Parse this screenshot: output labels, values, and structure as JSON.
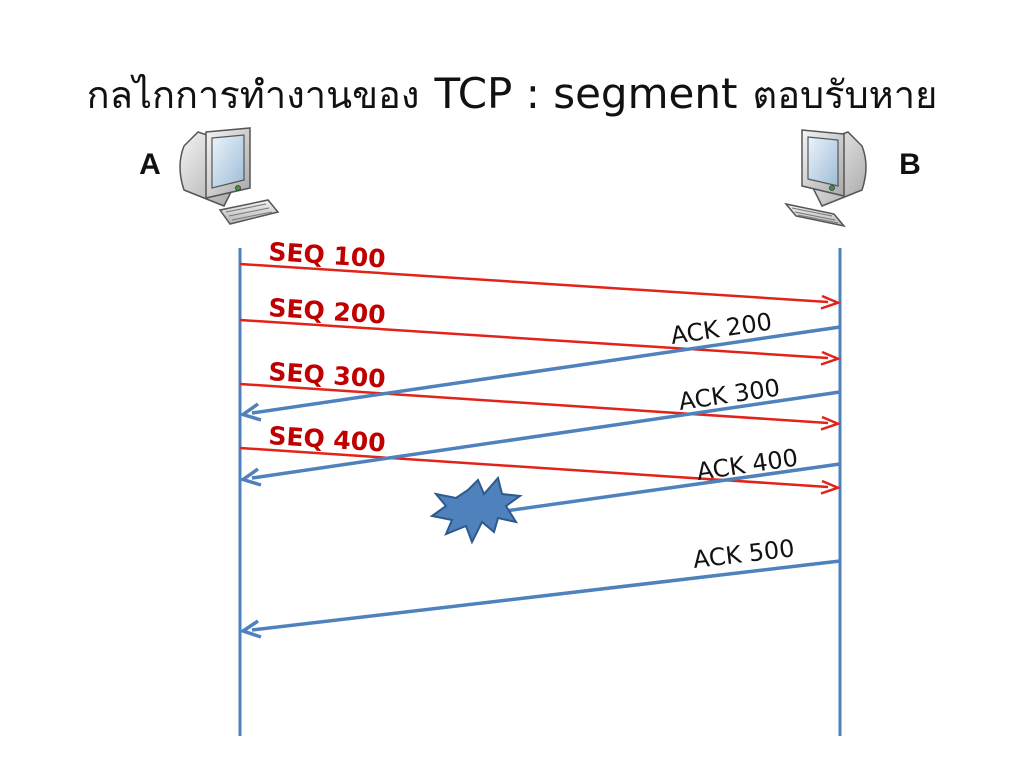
{
  "title": {
    "part1": "กลไกการทำงานของ",
    "part2": "TCP : segment",
    "part3": "ตอบรับหาย"
  },
  "hosts": {
    "a": "A",
    "b": "B"
  },
  "messages": [
    {
      "label": "SEQ 100",
      "kind": "seq",
      "direction": "A-to-B",
      "lost": false
    },
    {
      "label": "SEQ 200",
      "kind": "seq",
      "direction": "A-to-B",
      "lost": false
    },
    {
      "label": "SEQ 300",
      "kind": "seq",
      "direction": "A-to-B",
      "lost": false
    },
    {
      "label": "SEQ 400",
      "kind": "seq",
      "direction": "A-to-B",
      "lost": false
    },
    {
      "label": "ACK 200",
      "kind": "ack",
      "direction": "B-to-A",
      "lost": false
    },
    {
      "label": "ACK 300",
      "kind": "ack",
      "direction": "B-to-A",
      "lost": false
    },
    {
      "label": "ACK 400",
      "kind": "ack",
      "direction": "B-to-A",
      "lost": true
    },
    {
      "label": "ACK 500",
      "kind": "ack",
      "direction": "B-to-A",
      "lost": false
    }
  ],
  "icons": {
    "host_a": "computer-icon",
    "host_b": "computer-icon",
    "loss": "explosion-burst-icon"
  },
  "colors": {
    "seq": "#e2231a",
    "seq_label": "#c00000",
    "ack": "#4f81bd",
    "ack_label": "#111111",
    "timeline": "#4f81bd",
    "burst_fill": "#4f81bd",
    "burst_stroke": "#2c5a8c",
    "title": "#111111"
  }
}
